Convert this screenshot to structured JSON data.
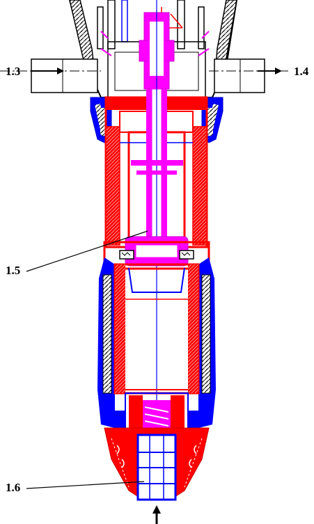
{
  "diagram": {
    "labels": {
      "outlet_left": "1.3",
      "outlet_right": "1.4",
      "stem": "1.5",
      "inlet": "1.6"
    },
    "colors": {
      "housing": "#ff0000",
      "shell": "#0000ff",
      "stem": "#ff00ff",
      "outline": "#000000",
      "background": "#ffffff"
    }
  }
}
